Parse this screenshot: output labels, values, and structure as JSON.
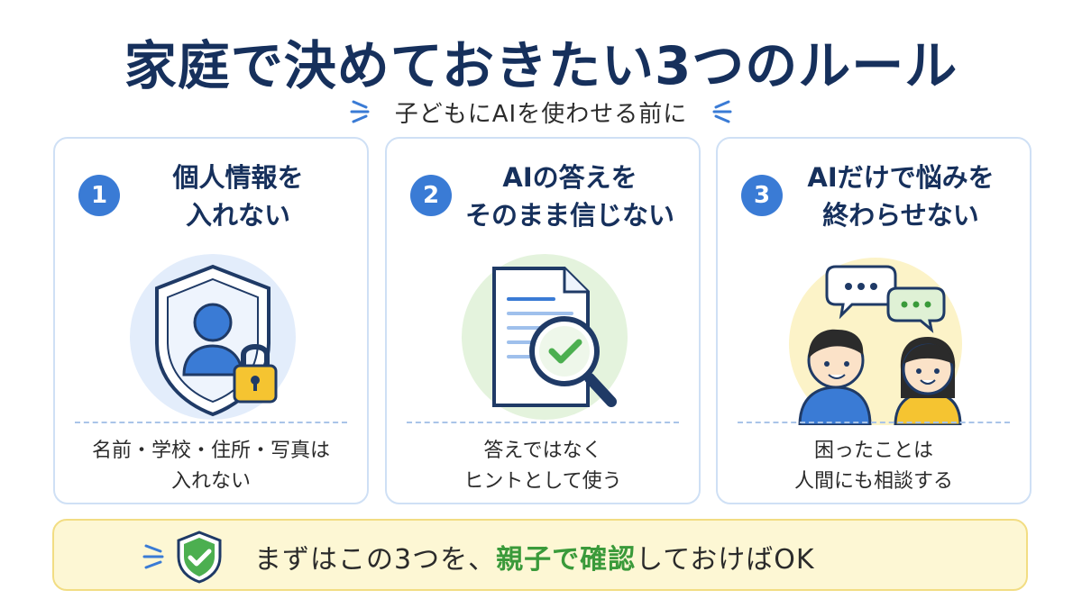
{
  "title": "家庭で決めておきたい3つのルール",
  "subtitle": "子どもにAIを使わせる前に",
  "cards": [
    {
      "number": "1",
      "title_line1": "個人情報を",
      "title_line2": "入れない",
      "note_line1": "名前・学校・住所・写真は",
      "note_line2": "入れない",
      "illustration": "shield-lock-icon"
    },
    {
      "number": "2",
      "title_line1": "AIの答えを",
      "title_line2": "そのまま信じない",
      "note_line1": "答えではなく",
      "note_line2": "ヒントとして使う",
      "illustration": "document-magnifier-icon"
    },
    {
      "number": "3",
      "title_line1": "AIだけで悩みを",
      "title_line2": "終わらせない",
      "note_line1": "困ったことは",
      "note_line2": "人間にも相談する",
      "illustration": "people-talking-icon"
    }
  ],
  "footer": {
    "text_before": "まずはこの3つを、",
    "text_highlight": "親子で確認",
    "text_after": "しておけばOK",
    "icon": "shield-check-icon"
  },
  "colors": {
    "title": "#16305c",
    "accent_blue": "#3a7bd5",
    "accent_green": "#3a9a3a",
    "footer_bg": "#fdf7d4"
  }
}
